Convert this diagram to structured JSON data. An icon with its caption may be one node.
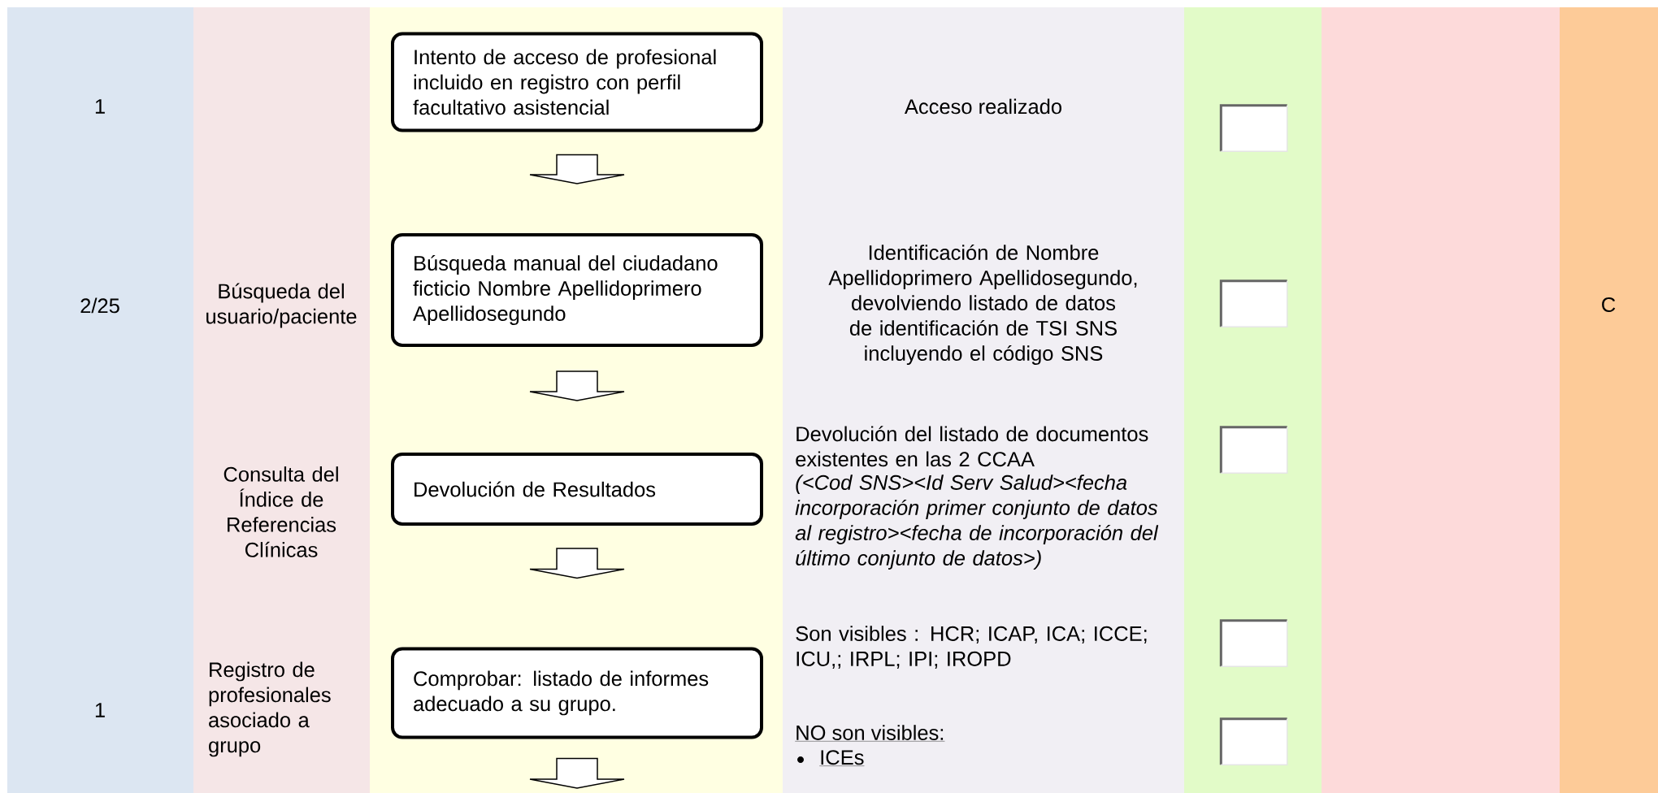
{
  "diagram": {
    "nodes": [
      {
        "text": [
          "Intento de acceso de profesional incluido en registro con perfil facultativo asistencial"
        ]
      },
      {
        "text": [
          "Búsqueda manual del ciudadano ficticio Nombre Apellidoprimero Apellidosegundo"
        ]
      },
      {
        "text": [
          "Devolución de Resultados"
        ]
      },
      {
        "text": [
          "Comprobar: listado de informes adecuado a su grupo."
        ]
      },
      {
        "text": [],
        "shape": "box"
      },
      {
        "text": [],
        "shape": "box"
      },
      {
        "text": [],
        "shape": "box"
      },
      {
        "text": [],
        "shape": "box"
      },
      {
        "text": [],
        "shape": "box"
      }
    ],
    "edges": [
      {
        "from": 0,
        "to": 1,
        "arrow": "to"
      },
      {
        "from": 1,
        "to": 2,
        "arrow": "to"
      },
      {
        "from": 2,
        "to": 3,
        "arrow": "to"
      },
      {
        "from": 3,
        "to": null,
        "arrow": "to"
      }
    ],
    "labels": [
      "1",
      "Acceso realizado",
      "2/25",
      "Búsqueda del usuario/paciente",
      "Identificación de Nombre Apellidoprimero Apellidosegundo, devolviendo listado de datos de identificación  de TSI SNS incluyendo el código SNS",
      "C",
      "Consulta del Índice de Referencias Clínicas",
      "Devolución del listado de documentos existentes en las 2 CCAA",
      "(<Cod SNS><Id Serv Salud><fecha incorporación primer conjunto de datos al registro><fecha de incorporación del último conjunto de datos>)",
      "Son visibles : HCR; ICAP, ICA; ICCE; ICU,; IRPL; IPI; IROPD",
      "1",
      "Registro de profesionales asociado a grupo",
      "NO son visibles:",
      "ICEs"
    ]
  }
}
